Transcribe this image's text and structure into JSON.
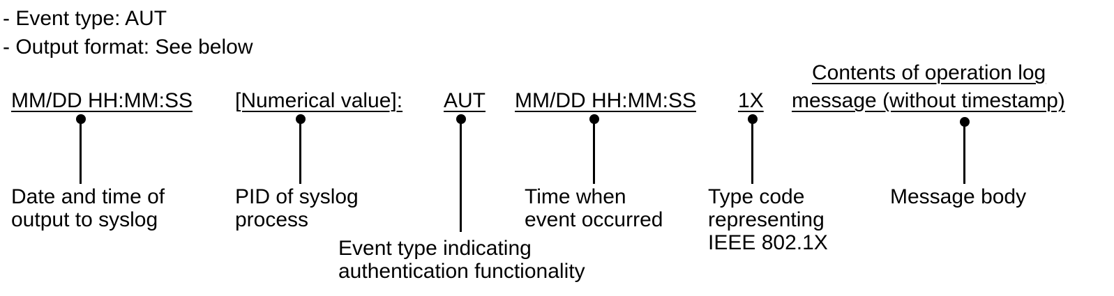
{
  "intro": {
    "event_type_line": "- Event type: AUT",
    "output_format_line": "- Output format: See below"
  },
  "format_fields": [
    {
      "label": "MM/DD HH:MM:SS",
      "description": [
        "Date and time of",
        "output to syslog"
      ]
    },
    {
      "label": "[Numerical value]:",
      "description": [
        "PID of syslog",
        "process"
      ]
    },
    {
      "label": "AUT",
      "description": [
        "Event type indicating",
        "authentication functionality"
      ]
    },
    {
      "label": "MM/DD HH:MM:SS",
      "description": [
        "Time when",
        "event occurred"
      ]
    },
    {
      "label": "1X",
      "description": [
        "Type code",
        "representing",
        "IEEE 802.1X"
      ]
    },
    {
      "label": [
        "Contents of operation log",
        "message (without timestamp)"
      ],
      "description": [
        "Message body"
      ]
    }
  ]
}
